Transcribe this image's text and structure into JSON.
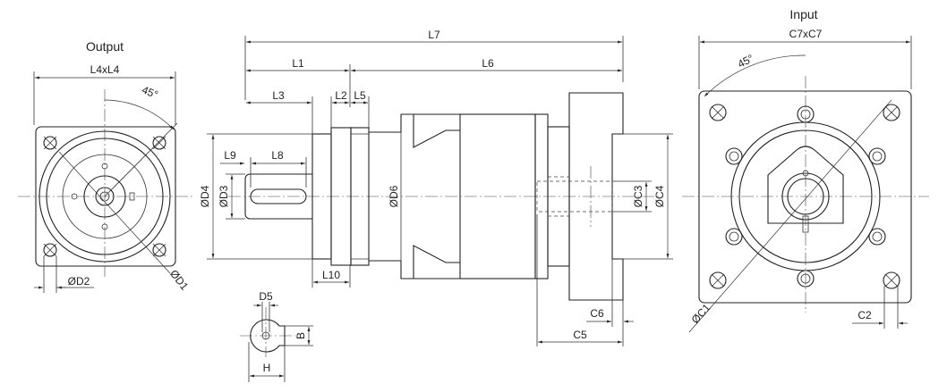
{
  "titles": {
    "output": "Output",
    "input": "Input"
  },
  "dims": {
    "L4xL4": "L4xL4",
    "D1": "ØD1",
    "D2": "ØD2",
    "angle_out": "45°",
    "L7": "L7",
    "L1": "L1",
    "L6": "L6",
    "L3": "L3",
    "L2": "L2",
    "L5": "L5",
    "L9": "L9",
    "L8": "L8",
    "L10": "L10",
    "D4": "ØD4",
    "D3": "ØD3",
    "D6": "ØD6",
    "C3": "ØC3",
    "C4": "ØC4",
    "C6": "C6",
    "C5": "C5",
    "C7xC7": "C7xC7",
    "angle_in": "45°",
    "C1": "ØC1",
    "C2": "C2",
    "D5": "D5",
    "B": "B",
    "H": "H"
  },
  "colors": {
    "line": "#222222",
    "background": "#ffffff"
  }
}
